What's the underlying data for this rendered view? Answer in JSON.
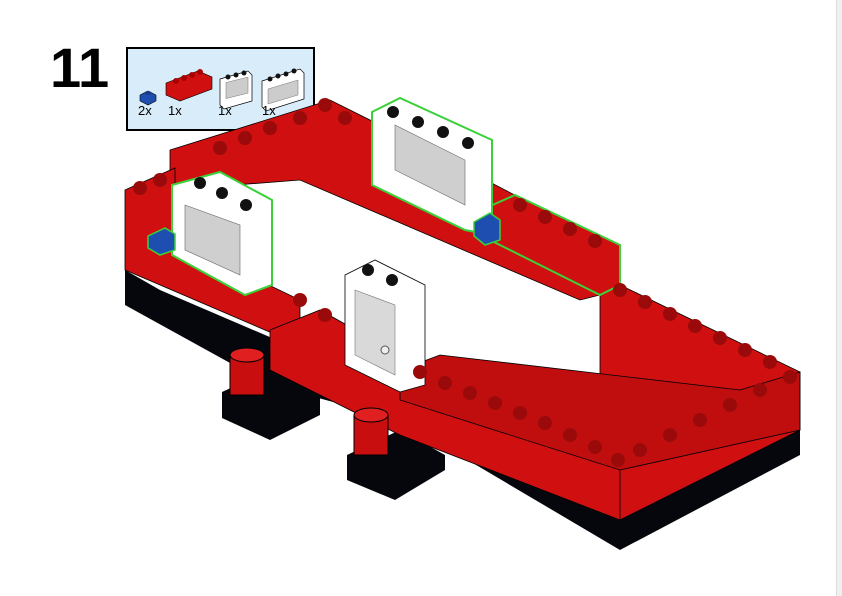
{
  "step_number": "11",
  "parts_list": [
    {
      "part": "blue-plate-1x1",
      "qty": "2x",
      "color": "#1e4fb0"
    },
    {
      "part": "red-brick-1x4",
      "qty": "1x",
      "color": "#d01010"
    },
    {
      "part": "white-window-1x3",
      "qty": "1x",
      "color": "#ffffff"
    },
    {
      "part": "white-window-1x4",
      "qty": "1x",
      "color": "#ffffff"
    }
  ],
  "colors": {
    "red": "#d01010",
    "black": "#05070d",
    "highlight": "#3ad13a",
    "panel": "#d8ecfa"
  }
}
